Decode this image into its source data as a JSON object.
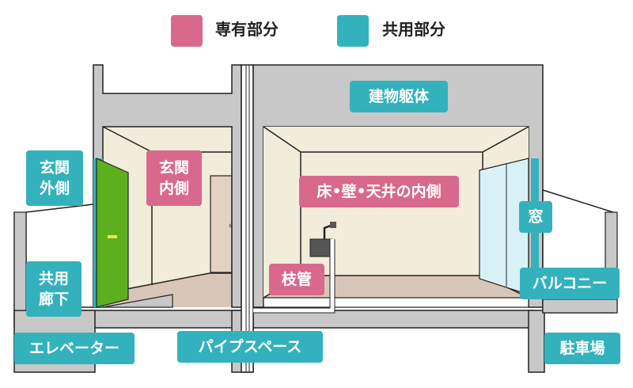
{
  "legend": {
    "private": {
      "label": "専有部分",
      "color": "#d9698c"
    },
    "common": {
      "label": "共用部分",
      "color": "#33b2bd"
    }
  },
  "labels": {
    "structure": "建物躯体",
    "entrance_outside_1": "玄関",
    "entrance_outside_2": "外側",
    "entrance_inside_1": "玄関",
    "entrance_inside_2": "内側",
    "interior": "床•壁•天井の内側",
    "window": "窓",
    "corridor_1": "共用",
    "corridor_2": "廊下",
    "branch_pipe": "枝管",
    "balcony": "バルコニー",
    "elevator": "エレベーター",
    "pipe_space": "パイプスペース",
    "parking": "駐車場"
  },
  "colors": {
    "wall": "#c8c8c8",
    "wall_line": "#222222",
    "room_wall": "#f2ecda",
    "room_floor": "#d8c6b8",
    "door": "#5cb01e",
    "window_glass": "#d7f1f6"
  }
}
